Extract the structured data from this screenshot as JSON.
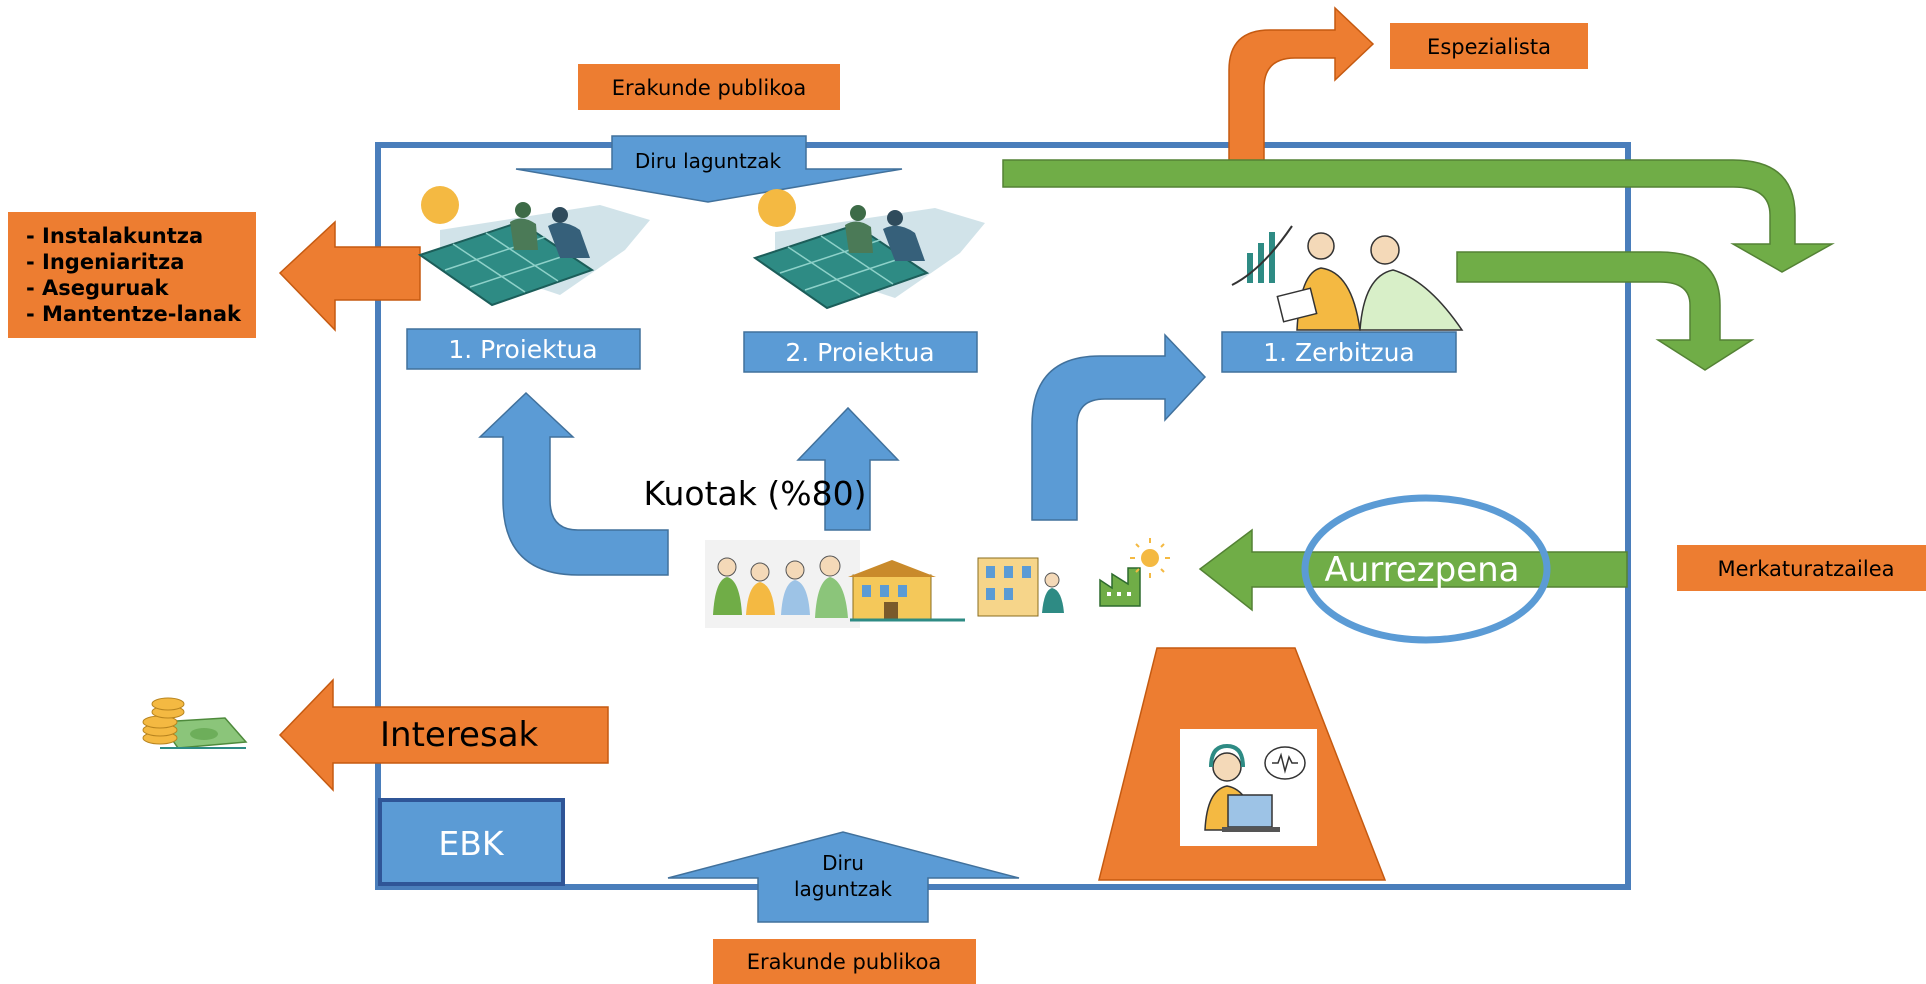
{
  "labels": {
    "erakunde_top": "Erakunde publikoa",
    "erakunde_bottom": "Erakunde publikoa",
    "espezialista": "Espezialista",
    "merkaturatzailea": "Merkaturatzailea",
    "diru_top": "Diru laguntzak",
    "diru_bottom_1": "Diru",
    "diru_bottom_2": "laguntzak",
    "services": [
      "- Instalakuntza",
      "- Ingeniaritza",
      "- Aseguruak",
      "- Mantentze-lanak"
    ],
    "proiektua_1": "1. Proiektua",
    "proiektua_2": "2. Proiektua",
    "zerbitzua_1": "1. Zerbitzua",
    "kuotak": "Kuotak (%80)",
    "aurrezpena": "Aurrezpena",
    "interesak": "Interesak",
    "ebk": "EBK"
  },
  "colors": {
    "orange": "#ED7D31",
    "blue": "#5B9BD5",
    "green": "#70AD47",
    "frame": "#4A7EBB",
    "ellipse": "#5B9BD5"
  }
}
